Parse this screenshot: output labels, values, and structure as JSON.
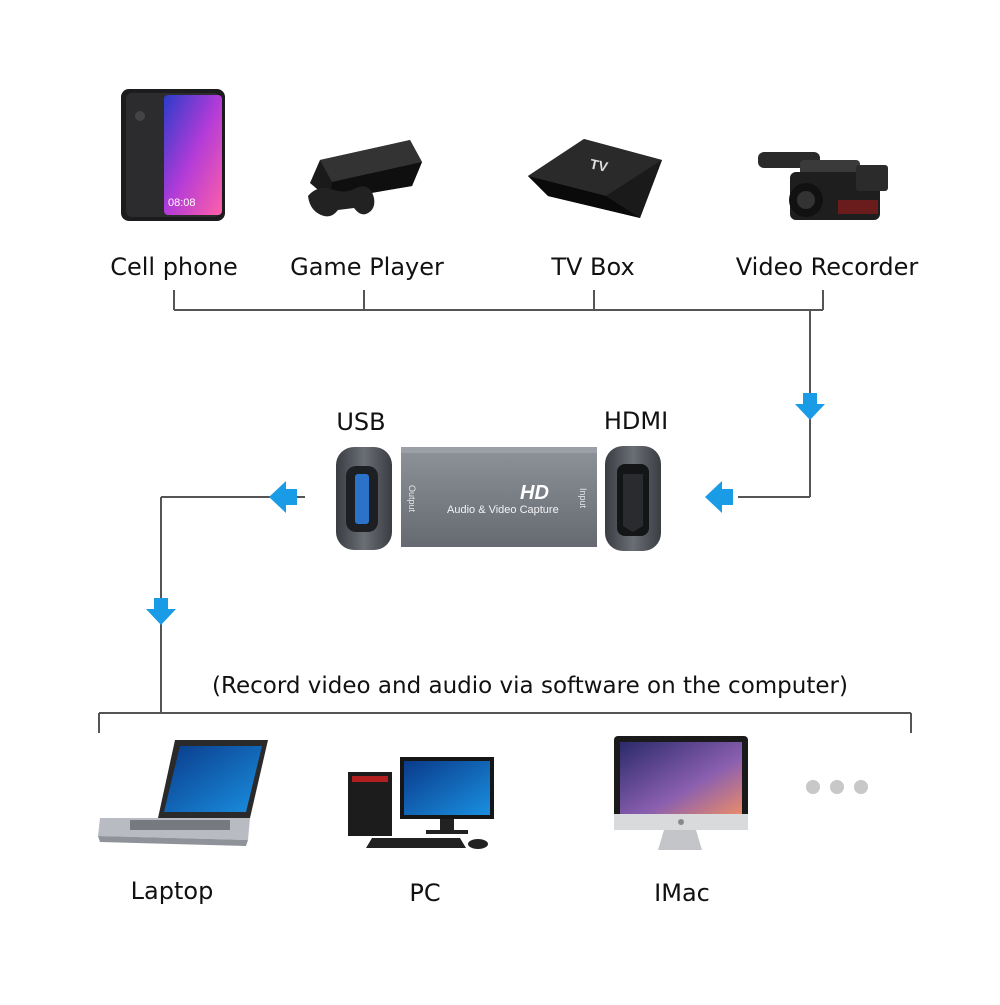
{
  "sources": {
    "cell_phone": "Cell phone",
    "game_player": "Game Player",
    "tv_box": "TV Box",
    "video_recorder": "Video Recorder"
  },
  "ports": {
    "usb": "USB",
    "hdmi": "HDMI"
  },
  "device": {
    "badge": "HD",
    "name": "Audio & Video Capture",
    "output_label": "Output",
    "input_label": "Input"
  },
  "note": "(Record video and audio via software on the computer)",
  "targets": {
    "laptop": "Laptop",
    "pc": "PC",
    "imac": "IMac"
  },
  "colors": {
    "arrow": "#1a9be6",
    "line": "#555555",
    "device_body": "#7a7f86",
    "usb_blue": "#2a73c9"
  },
  "icons": {
    "phone_screen": "08:08",
    "tv_box_logo": "TV"
  }
}
